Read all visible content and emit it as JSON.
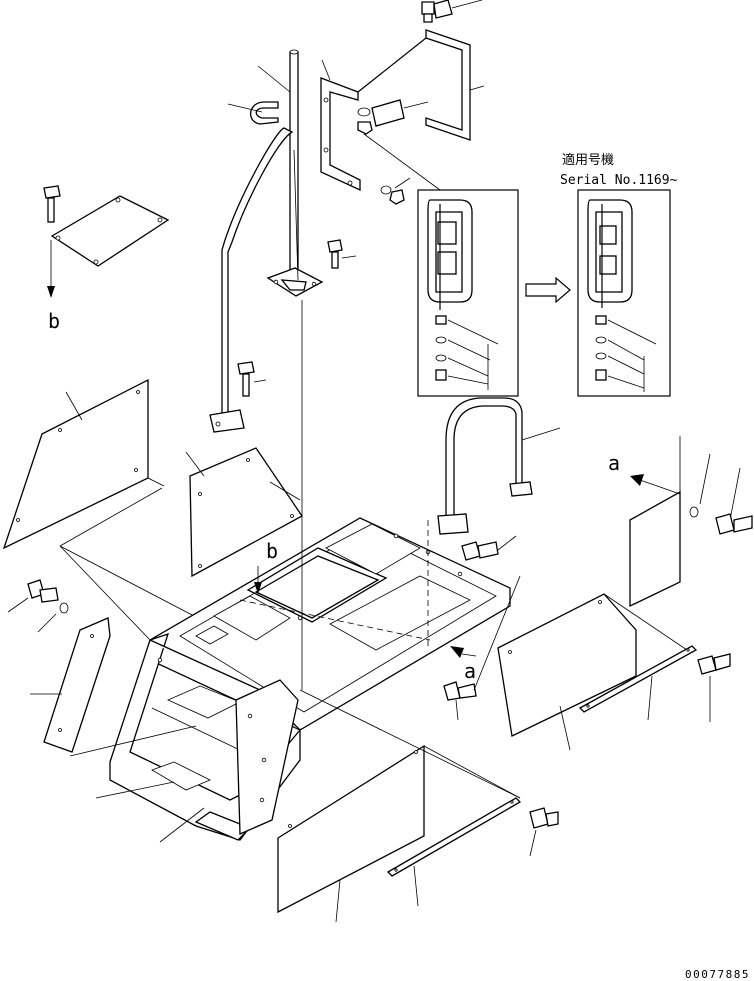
{
  "labels": {
    "applicable_serial_heading": "適用号機",
    "applicable_serial_range": "Serial No.1169~",
    "view_b_top": "b",
    "view_b_center": "b",
    "view_a_right": "a",
    "view_a_center": "a"
  },
  "figure_number": "00077885",
  "colors": {
    "line": "#000000",
    "background": "#ffffff"
  }
}
